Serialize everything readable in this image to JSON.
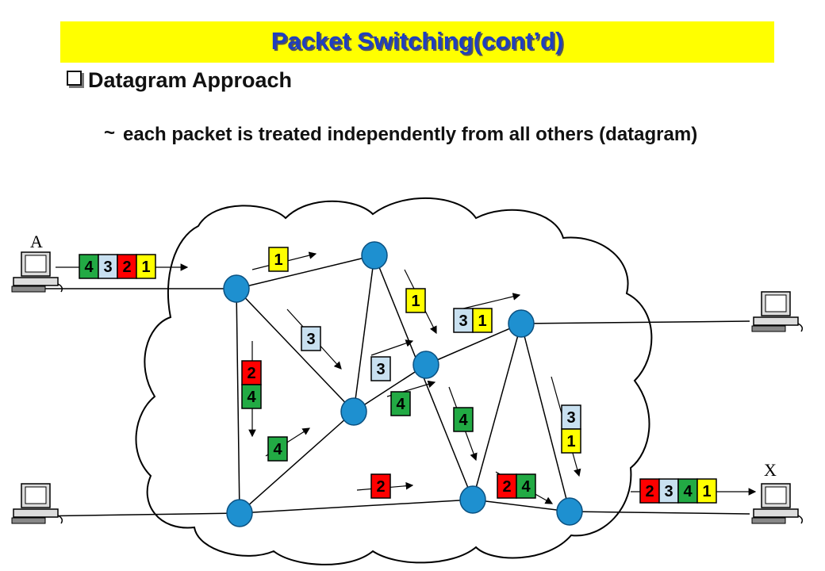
{
  "slide": {
    "title": "Packet Switching(cont’d)",
    "bullet": "Datagram Approach",
    "subpoint_marker": "~",
    "subpoint": "each packet is treated independently from all others (datagram)"
  },
  "diagram": {
    "host_labels": {
      "a": "A",
      "x": "X"
    },
    "packet_colors": {
      "1": "#ffff00",
      "2": "#ff0000",
      "3": "#c8e0f0",
      "4": "#22aa44"
    },
    "node_color": "#1e90d0",
    "packet_groups": [
      {
        "name": "packet-queue-a",
        "digits": [
          "4",
          "3",
          "2",
          "1"
        ]
      },
      {
        "name": "packet-queue-x",
        "digits": [
          "2",
          "3",
          "4",
          "1"
        ]
      },
      {
        "name": "packet-1-top",
        "digits": [
          "1"
        ]
      },
      {
        "name": "packet-1-mid",
        "digits": [
          "1"
        ]
      },
      {
        "name": "packet-3-1-pair",
        "digits": [
          "3",
          "1"
        ]
      },
      {
        "name": "packet-3-left",
        "digits": [
          "3"
        ]
      },
      {
        "name": "packet-2-4-stack",
        "digits": [
          "2",
          "4"
        ]
      },
      {
        "name": "packet-3-center",
        "digits": [
          "3"
        ]
      },
      {
        "name": "packet-4-center",
        "digits": [
          "4"
        ]
      },
      {
        "name": "packet-4-right",
        "digits": [
          "4"
        ]
      },
      {
        "name": "packet-4-bottom-left",
        "digits": [
          "4"
        ]
      },
      {
        "name": "packet-2-bottom",
        "digits": [
          "2"
        ]
      },
      {
        "name": "packet-2-4-pair",
        "digits": [
          "2",
          "4"
        ]
      },
      {
        "name": "packet-3-1-stack",
        "digits": [
          "3",
          "1"
        ]
      }
    ]
  }
}
